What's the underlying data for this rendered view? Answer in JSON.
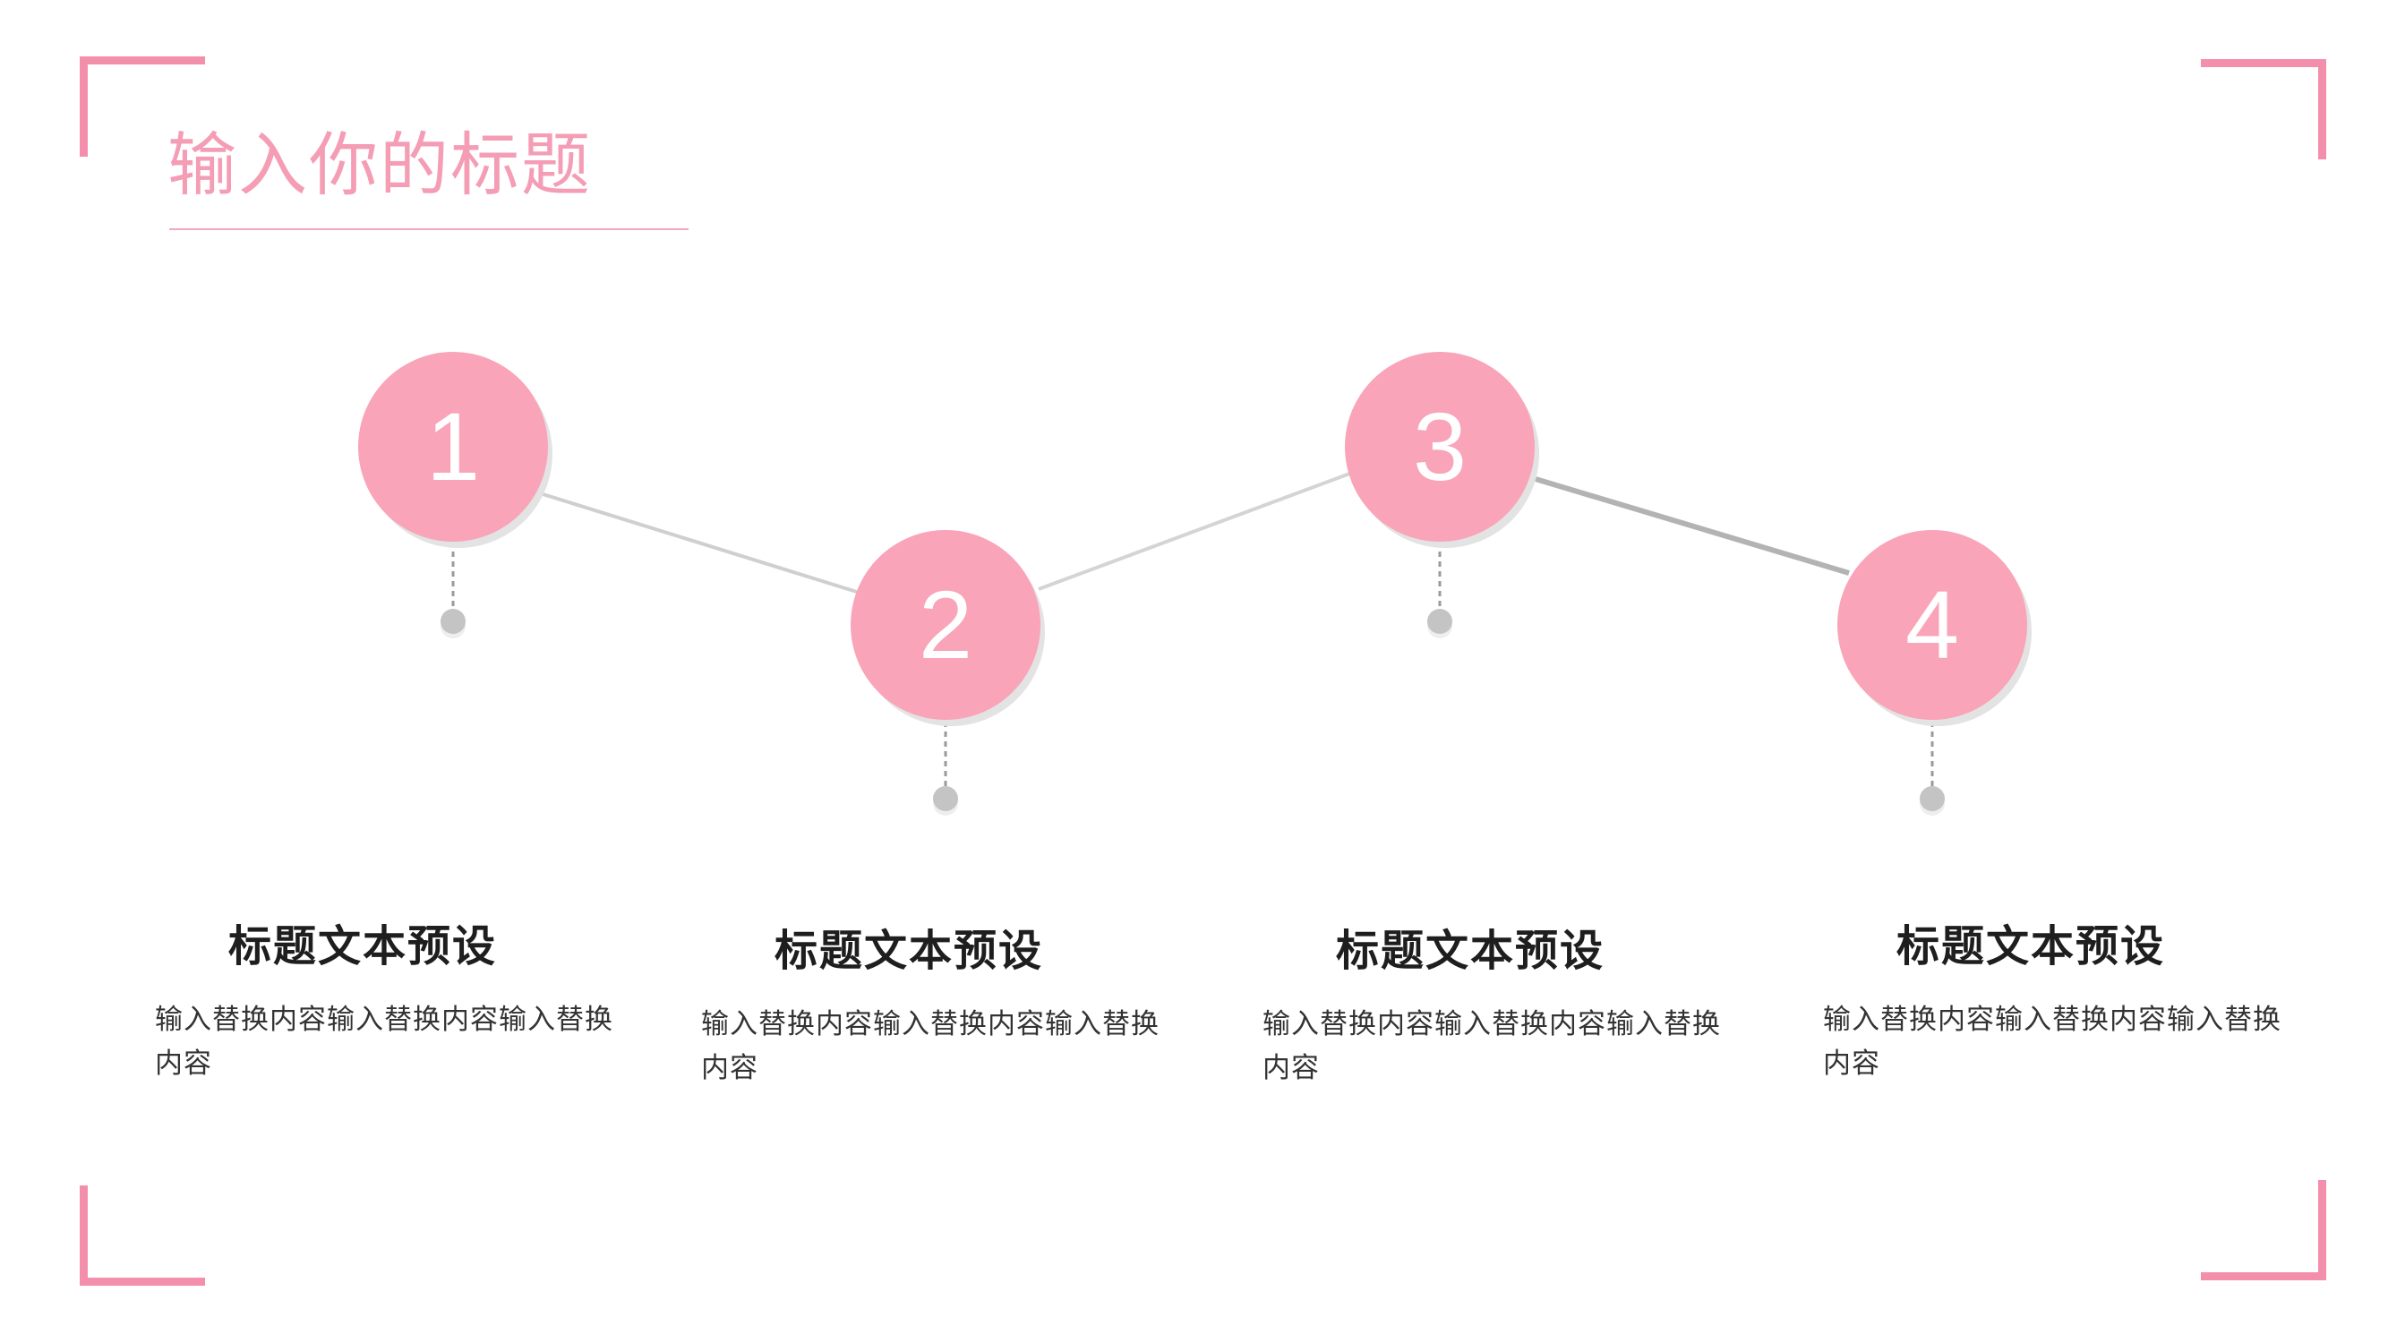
{
  "title": "输入你的标题",
  "steps": [
    {
      "number": "1",
      "heading": "标题文本预设",
      "text": "输入替换内容输入替换内容输入替换内容"
    },
    {
      "number": "2",
      "heading": "标题文本预设",
      "text": "输入替换内容输入替换内容输入替换内容"
    },
    {
      "number": "3",
      "heading": "标题文本预设",
      "text": "输入替换内容输入替换内容输入替换内容"
    },
    {
      "number": "4",
      "heading": "标题文本预设",
      "text": "输入替换内容输入替换内容输入替换内容"
    }
  ],
  "colors": {
    "accent": "#f9a4b8",
    "bracket": "#f48fab",
    "connector": "#c8c8c8"
  }
}
